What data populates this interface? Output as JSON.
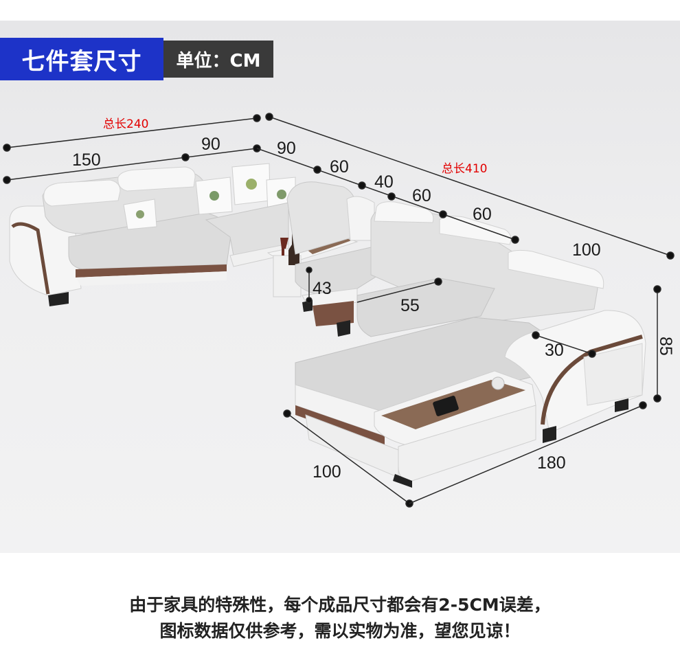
{
  "header": {
    "title": "七件套尺寸",
    "unit": "单位：CM",
    "title_bg": "#1d33c8",
    "unit_bg": "#3a3a3a"
  },
  "totals": {
    "left": "总长240",
    "right": "总长410",
    "color": "#e20000"
  },
  "dimensions": {
    "d150": "150",
    "d90a": "90",
    "d90b": "90",
    "d60a": "60",
    "d40": "40",
    "d60b": "60",
    "d60c": "60",
    "d100top": "100",
    "d43": "43",
    "d55": "55",
    "d30": "30",
    "d85": "85",
    "d100bottom": "100",
    "d180": "180"
  },
  "footer": {
    "line1": "由于家具的特殊性，每个成品尺寸都会有2-5CM误差，",
    "line2": "图标数据仅供参考，需以实物为准，望您见谅！"
  }
}
